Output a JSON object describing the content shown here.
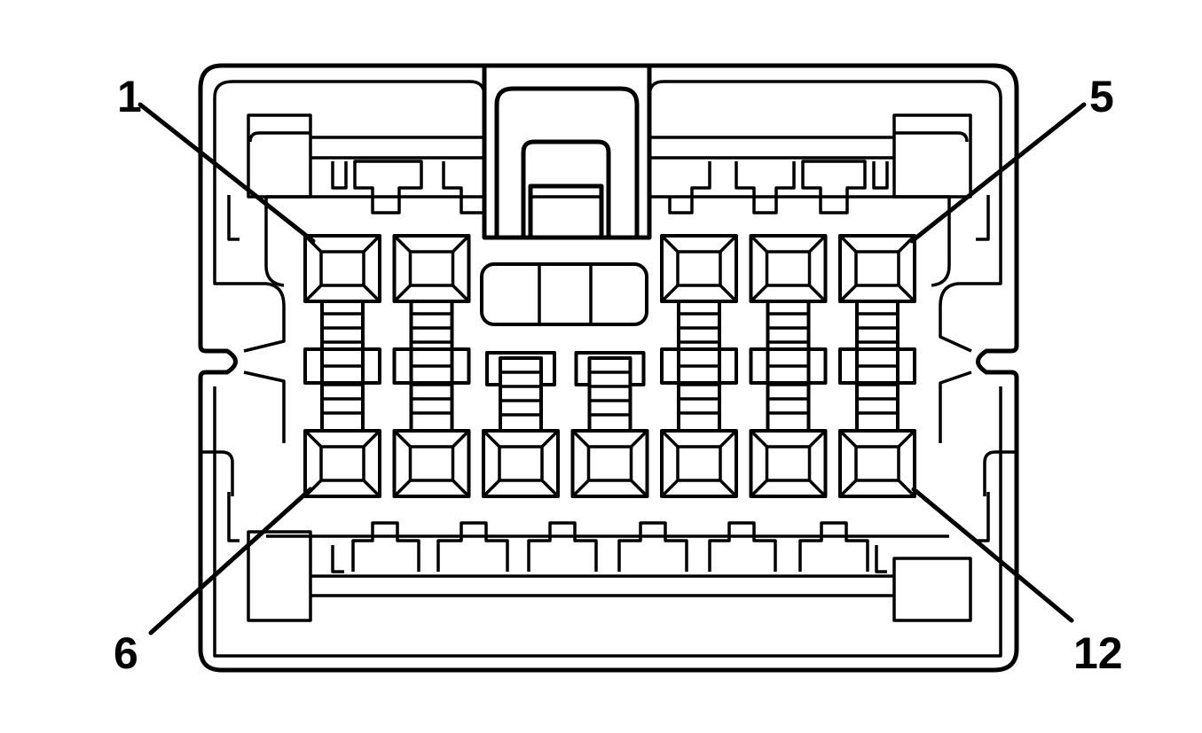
{
  "labels": {
    "pin_1": "1",
    "pin_5": "5",
    "pin_6": "6",
    "pin_12": "12"
  },
  "colors": {
    "stroke": "#000000",
    "background": "#ffffff"
  },
  "connector": {
    "top_row_cavities": 5,
    "bottom_row_cavities": 7
  }
}
